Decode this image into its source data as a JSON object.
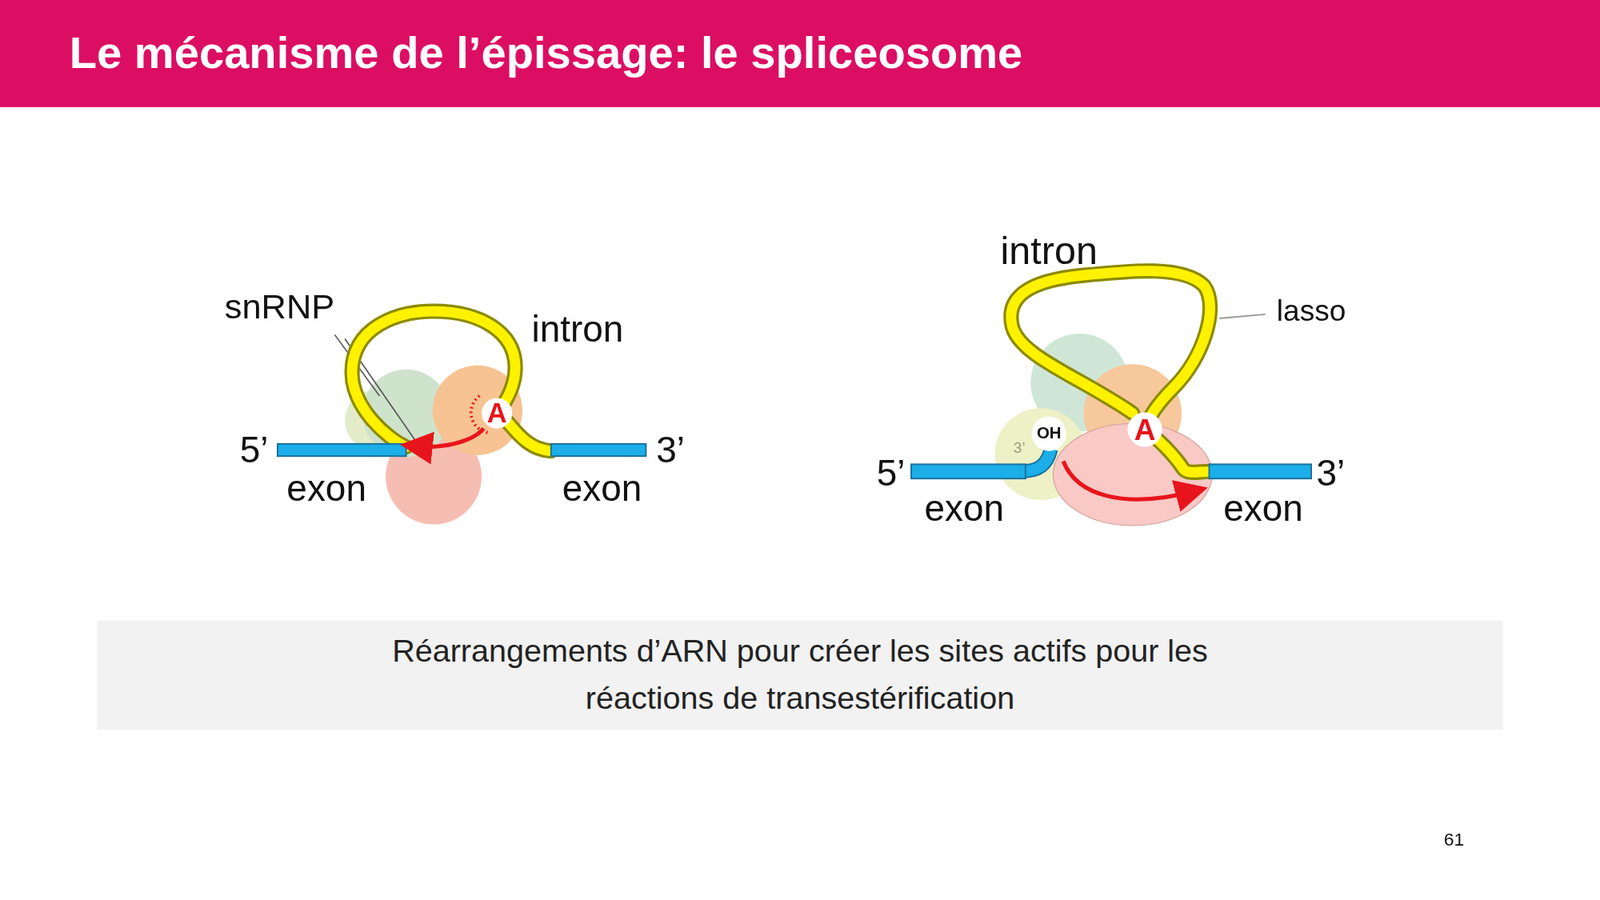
{
  "diagram": {
    "title": "Le mécanisme de l’épissage: le spliceosome",
    "nodes": [
      {
        "text": [
          "A"
        ]
      },
      {
        "text": [
          "OH"
        ]
      },
      {
        "text": [
          "A"
        ]
      },
      {
        "text": [
          "Réarrangements d’ARN pour créer les sites actifs pour les réactions de transestérification"
        ]
      }
    ],
    "labels": [
      "snRNP",
      "intron",
      "5’",
      "3’",
      "exon",
      "exon",
      "intron",
      "lasso",
      "3’",
      "5’",
      "3’",
      "exon",
      "exon",
      "61"
    ]
  }
}
